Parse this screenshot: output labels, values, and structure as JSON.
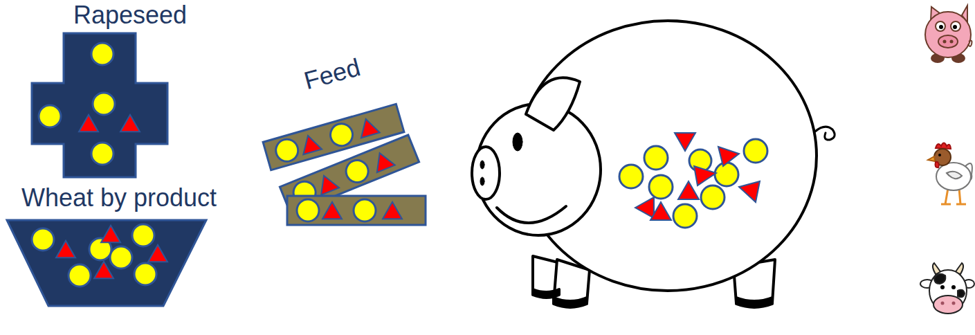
{
  "diagram": {
    "nodes": [
      {
        "text": [
          "Rapeseed"
        ]
      },
      {
        "text": [
          "Wheat by product"
        ]
      },
      {
        "text": [
          "Feed"
        ]
      }
    ]
  }
}
